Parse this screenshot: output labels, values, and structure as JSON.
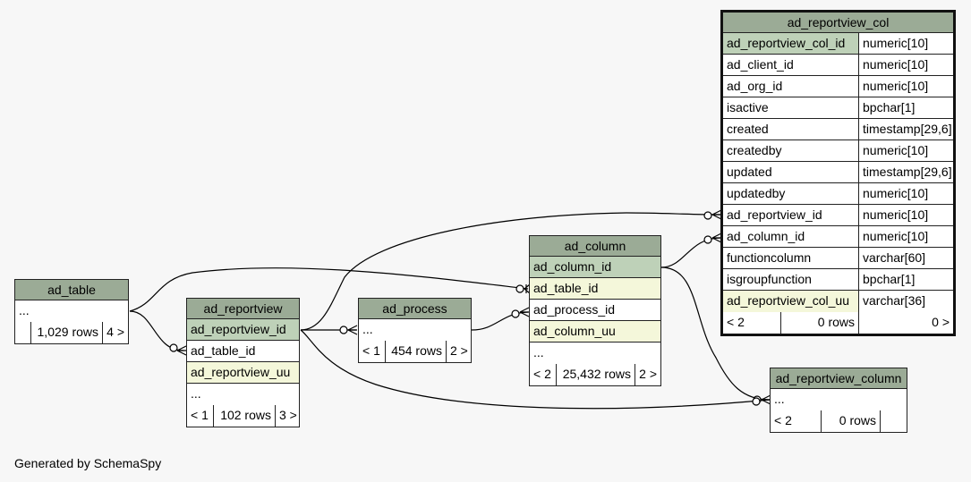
{
  "footer": "Generated by SchemaSpy",
  "colors": {
    "header": "#9bab96",
    "primary_key": "#bed1b8",
    "foreign_key": "#f4f7da",
    "background": "#f7f7f7"
  },
  "tables": {
    "ad_reportview_col": {
      "name": "ad_reportview_col",
      "columns": [
        {
          "name": "ad_reportview_col_id",
          "type": "numeric[10]",
          "key": "pk"
        },
        {
          "name": "ad_client_id",
          "type": "numeric[10]",
          "key": ""
        },
        {
          "name": "ad_org_id",
          "type": "numeric[10]",
          "key": ""
        },
        {
          "name": "isactive",
          "type": "bpchar[1]",
          "key": ""
        },
        {
          "name": "created",
          "type": "timestamp[29,6]",
          "key": ""
        },
        {
          "name": "createdby",
          "type": "numeric[10]",
          "key": ""
        },
        {
          "name": "updated",
          "type": "timestamp[29,6]",
          "key": ""
        },
        {
          "name": "updatedby",
          "type": "numeric[10]",
          "key": ""
        },
        {
          "name": "ad_reportview_id",
          "type": "numeric[10]",
          "key": ""
        },
        {
          "name": "ad_column_id",
          "type": "numeric[10]",
          "key": ""
        },
        {
          "name": "functioncolumn",
          "type": "varchar[60]",
          "key": ""
        },
        {
          "name": "isgroupfunction",
          "type": "bpchar[1]",
          "key": ""
        },
        {
          "name": "ad_reportview_col_uu",
          "type": "varchar[36]",
          "key": "fk"
        }
      ],
      "footer": {
        "parents": "< 2",
        "rows": "0 rows",
        "children": "0 >"
      }
    },
    "ad_table": {
      "name": "ad_table",
      "columns": [
        {
          "name": "...",
          "key": ""
        }
      ],
      "footer": {
        "parents": "",
        "rows": "1,029 rows",
        "children": "4 >"
      }
    },
    "ad_reportview": {
      "name": "ad_reportview",
      "columns": [
        {
          "name": "ad_reportview_id",
          "key": "pk"
        },
        {
          "name": "ad_table_id",
          "key": ""
        },
        {
          "name": "ad_reportview_uu",
          "key": "fk"
        },
        {
          "name": "...",
          "key": ""
        }
      ],
      "footer": {
        "parents": "< 1",
        "rows": "102 rows",
        "children": "3 >"
      }
    },
    "ad_process": {
      "name": "ad_process",
      "columns": [
        {
          "name": "...",
          "key": ""
        }
      ],
      "footer": {
        "parents": "< 1",
        "rows": "454 rows",
        "children": "2 >"
      }
    },
    "ad_column": {
      "name": "ad_column",
      "columns": [
        {
          "name": "ad_column_id",
          "key": "pk"
        },
        {
          "name": "ad_table_id",
          "key": "fk"
        },
        {
          "name": "ad_process_id",
          "key": ""
        },
        {
          "name": "ad_column_uu",
          "key": "fk"
        },
        {
          "name": "...",
          "key": ""
        }
      ],
      "footer": {
        "parents": "< 2",
        "rows": "25,432 rows",
        "children": "2 >"
      }
    },
    "ad_reportview_column": {
      "name": "ad_reportview_column",
      "columns": [
        {
          "name": "...",
          "key": ""
        }
      ],
      "footer": {
        "parents": "< 2",
        "rows": "0 rows",
        "children": ""
      }
    }
  }
}
